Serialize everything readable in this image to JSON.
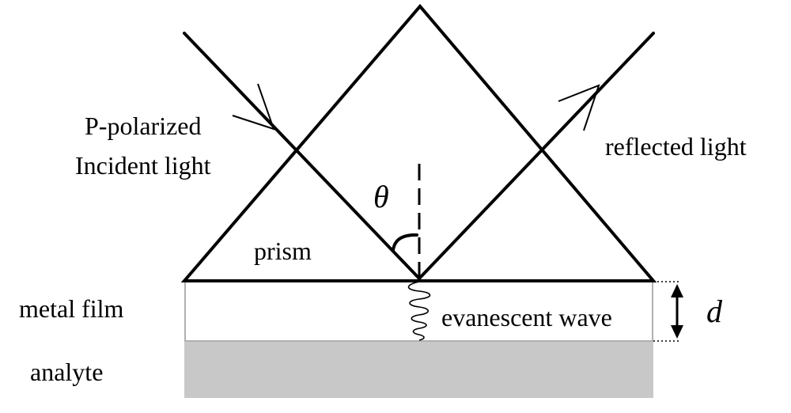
{
  "labels": {
    "incident_line1": "P-polarized",
    "incident_line2": "Incident light",
    "reflected": "reflected light",
    "theta": "θ",
    "prism": "prism",
    "metal_film": "metal film",
    "evanescent": "evanescent wave",
    "thickness": "d",
    "analyte": "analyte"
  },
  "colors": {
    "analyte_fill": "#c8c8c8",
    "film_border": "#b0b0b0",
    "ink": "#000000"
  }
}
